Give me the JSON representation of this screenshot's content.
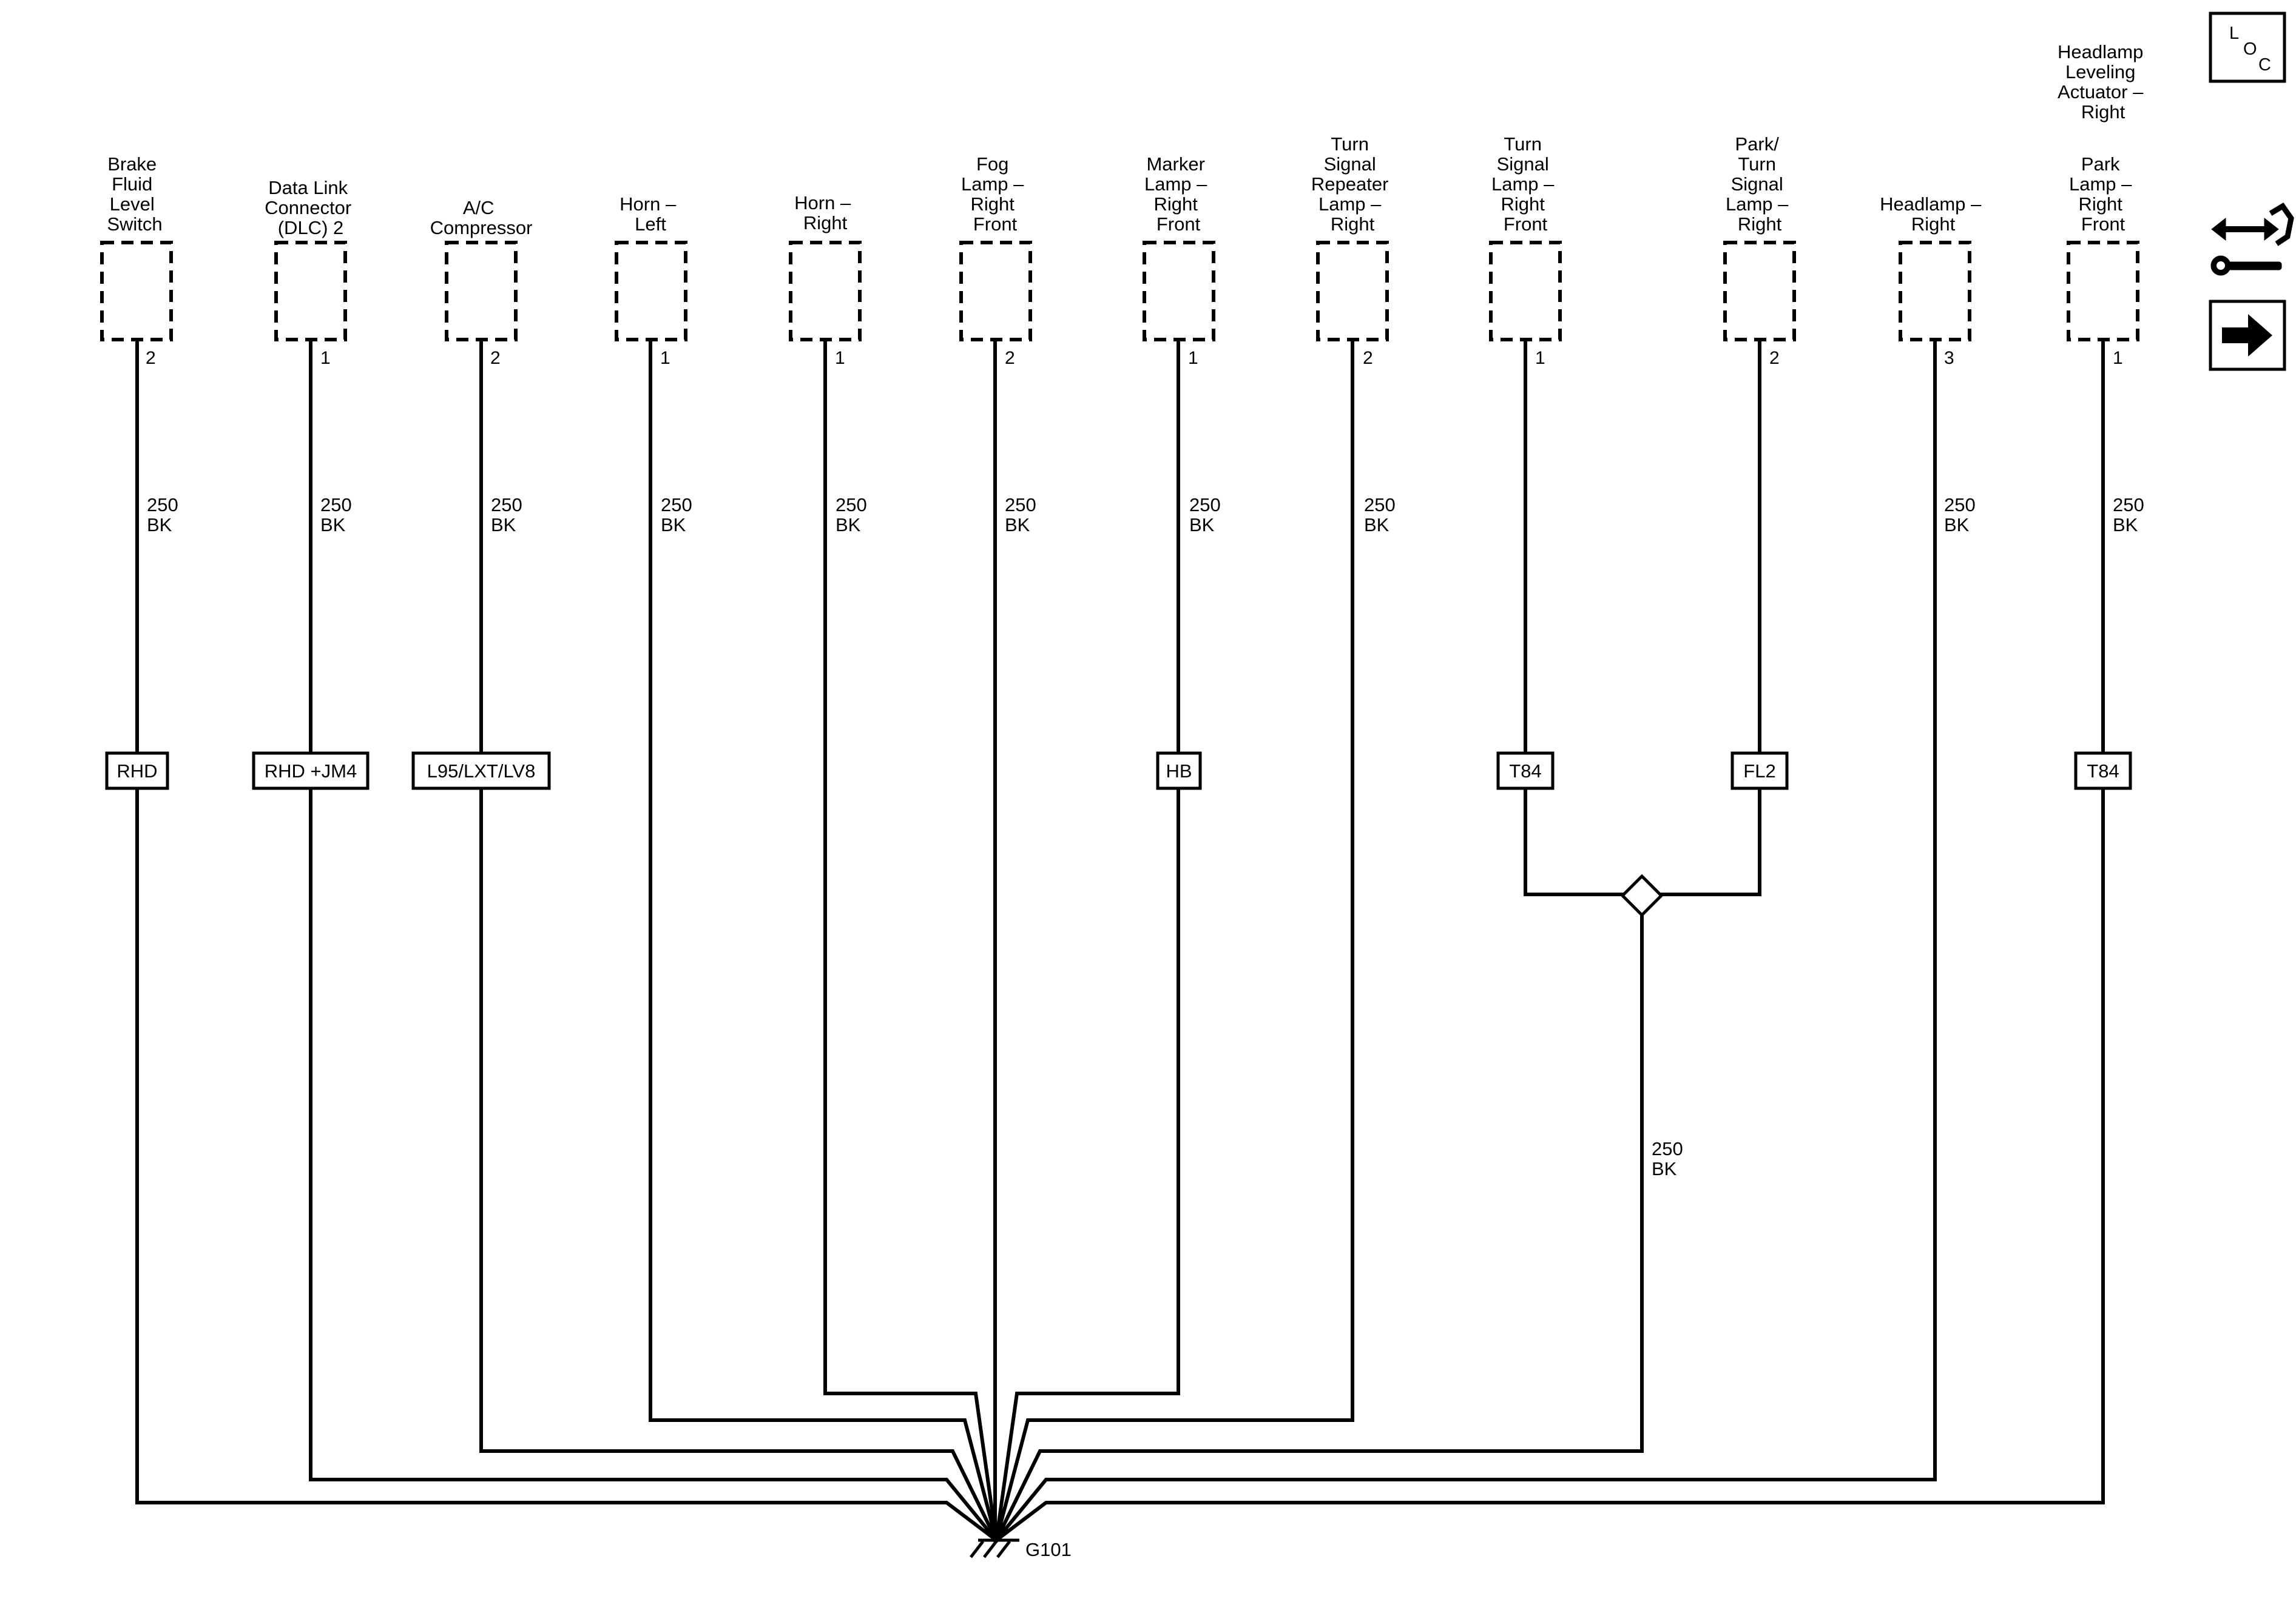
{
  "components": [
    {
      "label": [
        "Brake",
        "Fluid",
        "Level",
        "Switch"
      ],
      "pin": "2",
      "wire_gauge": "250",
      "wire_color": "BK",
      "option": "RHD"
    },
    {
      "label": [
        "Data Link",
        "Connector",
        "(DLC) 2"
      ],
      "pin": "1",
      "wire_gauge": "250",
      "wire_color": "BK",
      "option": "RHD +JM4"
    },
    {
      "label": [
        "A/C",
        "Compressor"
      ],
      "pin": "2",
      "wire_gauge": "250",
      "wire_color": "BK",
      "option": "L95/LXT/LV8"
    },
    {
      "label": [
        "Horn –",
        "Left"
      ],
      "pin": "1",
      "wire_gauge": "250",
      "wire_color": "BK",
      "option": ""
    },
    {
      "label": [
        "Horn –",
        "Right"
      ],
      "pin": "1",
      "wire_gauge": "250",
      "wire_color": "BK",
      "option": ""
    },
    {
      "label": [
        "Fog",
        "Lamp –",
        "Right",
        "Front"
      ],
      "pin": "2",
      "wire_gauge": "250",
      "wire_color": "BK",
      "option": ""
    },
    {
      "label": [
        "Marker",
        "Lamp –",
        "Right",
        "Front"
      ],
      "pin": "1",
      "wire_gauge": "250",
      "wire_color": "BK",
      "option": "HB"
    },
    {
      "label": [
        "Turn",
        "Signal",
        "Repeater",
        "Lamp –",
        "Right"
      ],
      "pin": "2",
      "wire_gauge": "250",
      "wire_color": "BK",
      "option": ""
    },
    {
      "label": [
        "Turn",
        "Signal",
        "Lamp –",
        "Right",
        "Front"
      ],
      "pin": "1",
      "wire_gauge": "",
      "wire_color": "",
      "option": "T84"
    },
    {
      "label": [
        "Park/",
        "Turn",
        "Signal",
        "Lamp –",
        "Right"
      ],
      "pin": "2",
      "wire_gauge": "",
      "wire_color": "",
      "option": "FL2"
    },
    {
      "label": [
        "Headlamp –",
        "Right"
      ],
      "pin": "3",
      "wire_gauge": "250",
      "wire_color": "BK",
      "option": ""
    },
    {
      "label": [
        "Park",
        "Lamp –",
        "Right",
        "Front"
      ],
      "pin": "1",
      "wire_gauge": "250",
      "wire_color": "BK",
      "option": "T84"
    }
  ],
  "group_header": [
    "Headlamp",
    "Leveling",
    "Actuator –",
    "Right"
  ],
  "splice_wire": {
    "gauge": "250",
    "color": "BK"
  },
  "ground": {
    "label": "G101"
  },
  "side_icons": {
    "loc": {
      "letters": [
        "L",
        "O",
        "C"
      ]
    },
    "harness_icon": "connector-wrench-icon",
    "next_icon": "right-arrow-icon"
  }
}
